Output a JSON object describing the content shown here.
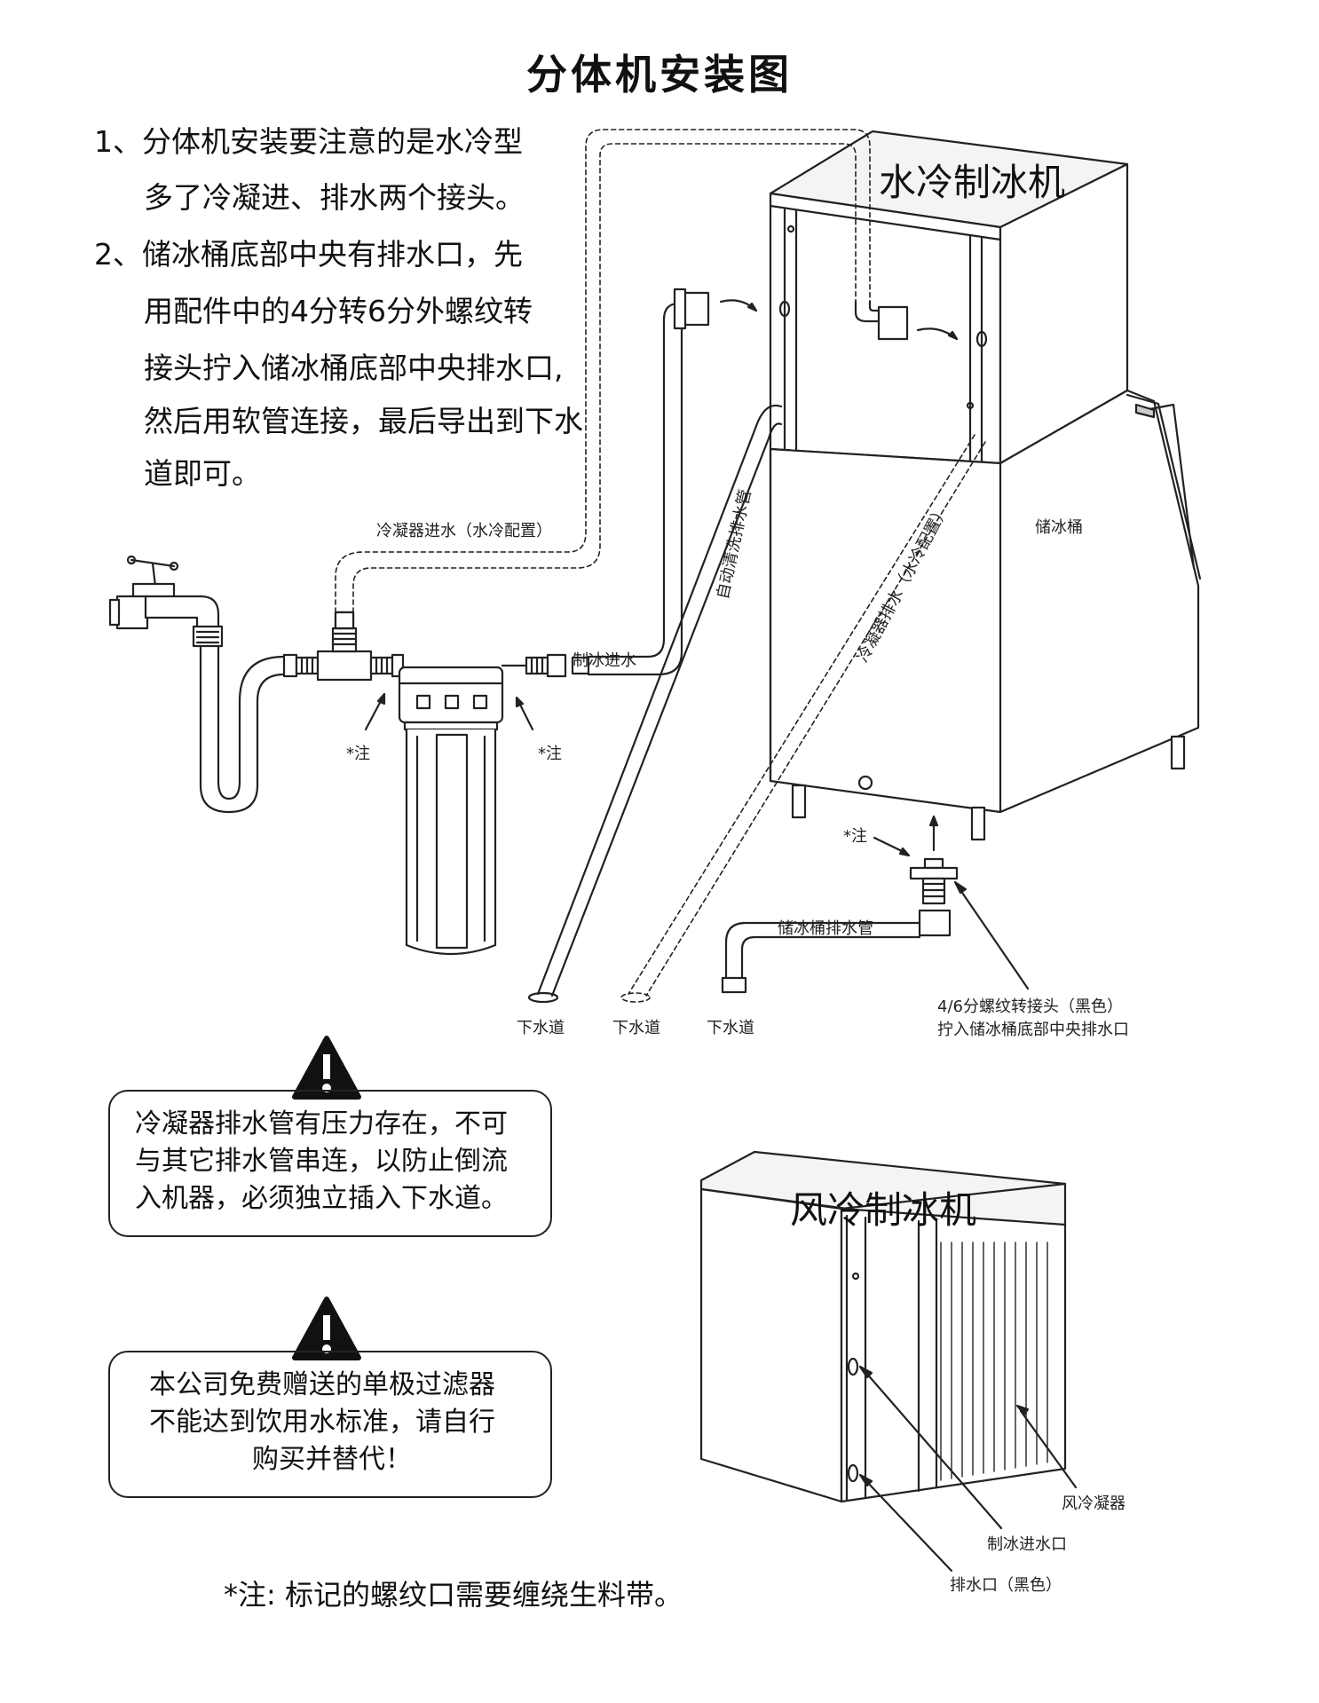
{
  "title": "分体机安装图",
  "instructions": [
    {
      "line1": "1、分体机安装要注意的是水冷型",
      "line2": "多了冷凝进、排水两个接头。"
    },
    {
      "line1": "2、储冰桶底部中央有排水口，先",
      "line2": "用配件中的4分转6分外螺纹转",
      "line3": "接头拧入储冰桶底部中央排水口,",
      "line4": "然后用软管连接，最后导出到下水",
      "line5": "道即可。"
    }
  ],
  "diagram": {
    "water_cooled_machine": "水冷制冰机",
    "ice_bin": "储冰桶",
    "condenser_inlet": "冷凝器进水（水冷配置）",
    "ice_inlet": "制冰进水",
    "auto_clean_drain": "自动清洗排水管",
    "condenser_drain": "冷凝器排水（水冷配置）",
    "note_mark_left": "*注",
    "note_mark_right": "*注",
    "note_mark_bottom": "*注",
    "bin_drain_pipe": "储冰桶排水管",
    "sewer_1": "下水道",
    "sewer_2": "下水道",
    "sewer_3": "下水道",
    "adapter_line1": "4/6分螺纹转接头（黑色）",
    "adapter_line2": "拧入储冰桶底部中央排水口"
  },
  "warnings": [
    {
      "line1": "冷凝器排水管有压力存在，不可",
      "line2": "与其它排水管串连，以防止倒流",
      "line3": "入机器，必须独立插入下水道。"
    },
    {
      "line1": "本公司免费赠送的单极过滤器",
      "line2": "不能达到饮用水标准，请自行",
      "line3": "购买并替代！"
    }
  ],
  "air_cooled": {
    "title": "风冷制冰机",
    "condenser": "风冷凝器",
    "ice_inlet": "制冰进水口",
    "drain": "排水口（黑色）"
  },
  "footnote": "*注: 标记的螺纹口需要缠绕生料带。"
}
